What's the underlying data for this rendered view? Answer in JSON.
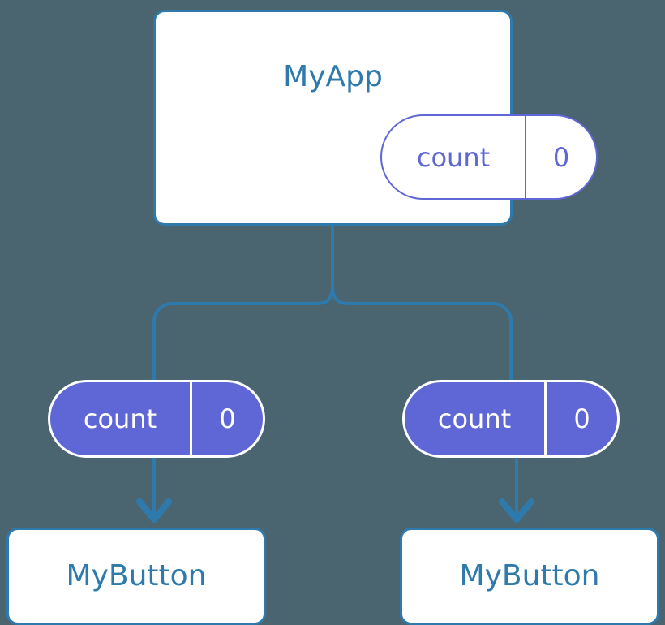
{
  "theme": {
    "background": "#4b6570",
    "wire": "#2e7aad",
    "card_border": "#2e7aad",
    "card_fill": "#ffffff",
    "title_text": "#2e7aad",
    "state_accent": "#5f67d6",
    "state_text_on_fill": "#ffffff"
  },
  "diagram": {
    "type": "component-tree",
    "root": {
      "title": "MyApp",
      "state": {
        "key": "count",
        "value": "0"
      }
    },
    "children": [
      {
        "title": "MyButton",
        "state": {
          "key": "count",
          "value": "0"
        }
      },
      {
        "title": "MyButton",
        "state": {
          "key": "count",
          "value": "0"
        }
      }
    ]
  }
}
